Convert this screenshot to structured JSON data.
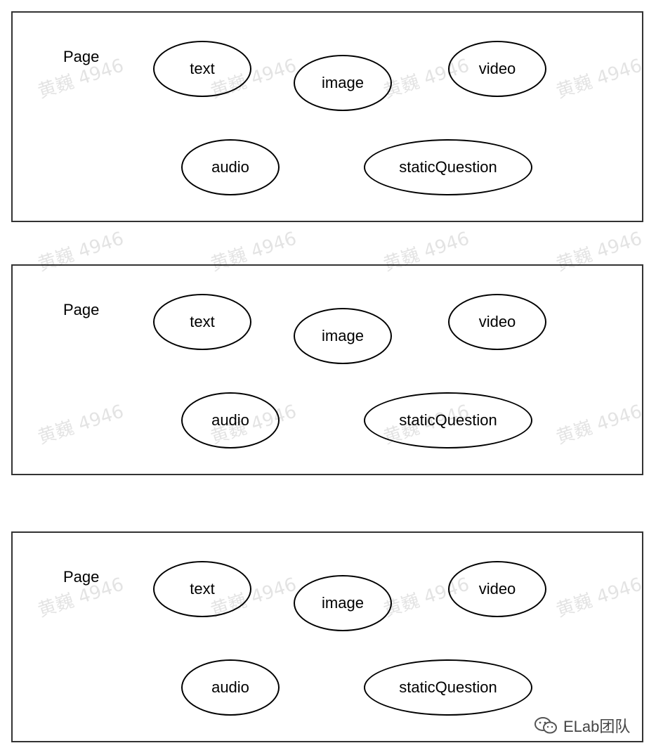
{
  "diagram": {
    "pages": [
      {
        "label": "Page",
        "nodes": {
          "text": "text",
          "image": "image",
          "video": "video",
          "audio": "audio",
          "static_question": "staticQuestion"
        }
      },
      {
        "label": "Page",
        "nodes": {
          "text": "text",
          "image": "image",
          "video": "video",
          "audio": "audio",
          "static_question": "staticQuestion"
        }
      },
      {
        "label": "Page",
        "nodes": {
          "text": "text",
          "image": "image",
          "video": "video",
          "audio": "audio",
          "static_question": "staticQuestion"
        }
      }
    ]
  },
  "watermark": {
    "text": "黄巍 4946"
  },
  "brand": {
    "text": "ELab团队",
    "icon": "wechat-icon"
  },
  "colors": {
    "stroke": "#000000",
    "box_border": "#333333",
    "background": "#ffffff"
  }
}
